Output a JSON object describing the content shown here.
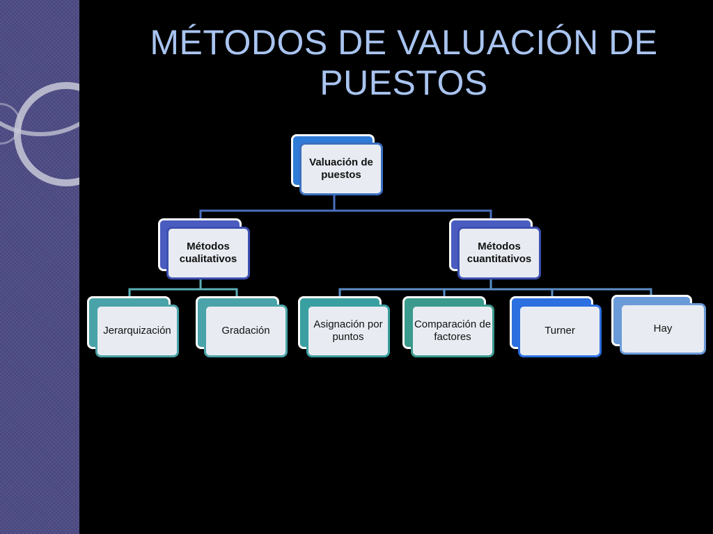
{
  "slide": {
    "title_line1": "MÉTODOS  DE  VALUACIÓN DE",
    "title_line2": "PUESTOS"
  },
  "diagram": {
    "root": {
      "label": "Valuación de puestos",
      "color": "#2f7bd8",
      "border": "#3a6fc0"
    },
    "branches": [
      {
        "label": "Métodos cualitativos",
        "color": "#4a5cc0",
        "border": "#3c4fb0",
        "children": [
          {
            "label": "Jerarquización",
            "color": "#4aa3a8",
            "border": "#4aa3a8"
          },
          {
            "label": "Gradación",
            "color": "#4aa3a8",
            "border": "#4aa3a8"
          }
        ]
      },
      {
        "label": "Métodos cuantitativos",
        "color": "#4a5cc0",
        "border": "#3c4fb0",
        "children": [
          {
            "label": "Asignación por puntos",
            "color": "#3a9fa0",
            "border": "#3a9fa0"
          },
          {
            "label": "Comparación de factores",
            "color": "#3a9a8c",
            "border": "#3a9a8c"
          },
          {
            "label": "Turner",
            "color": "#2b6fe0",
            "border": "#2b6fe0"
          },
          {
            "label": "Hay",
            "color": "#6b9ad8",
            "border": "#6b9ad8"
          }
        ]
      }
    ],
    "connector_colors": {
      "top": "#4a6fc0",
      "cualitativos": "#5ab0b8",
      "cuantitativos": "#5a8fc8"
    }
  }
}
